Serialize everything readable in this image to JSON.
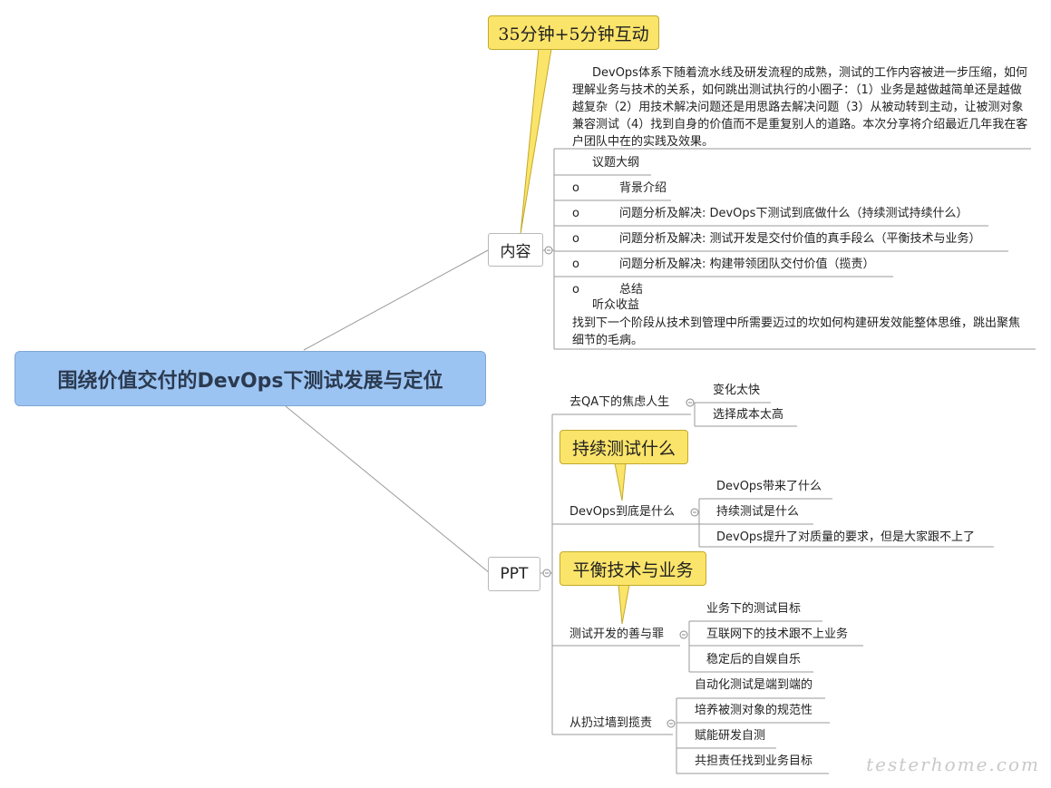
{
  "root": {
    "title": "围绕价值交付的DevOps下测试发展与定位"
  },
  "callouts": {
    "timing": "35分钟+5分钟互动",
    "continuous_testing": "持续测试什么",
    "balance": "平衡技术与业务"
  },
  "content": {
    "label": "内容",
    "intro_bullet": "",
    "intro": "DevOps体系下随着流水线及研发流程的成熟，测试的工作内容被进一步压缩，如何理解业务与技术的关系，如何跳出测试执行的小圈子：（1）业务是越做越简单还是越做越复杂（2）用技术解决问题还是用思路去解决问题（3）从被动转到主动，让被测对象兼容测试（4）找到自身的价值而不是重复别人的道路。本次分享将介绍最近几年我在客户团队中在的实践及效果。",
    "outline_bullet": "",
    "outline_title": "议题大纲",
    "sub_bullet": "o",
    "items": [
      "背景介绍",
      "问题分析及解决: DevOps下测试到底做什么（持续测试持续什么）",
      "问题分析及解决: 测试开发是交付价值的真手段么（平衡技术与业务）",
      "问题分析及解决: 构建带领团队交付价值（揽责）",
      "总结"
    ],
    "benefit_title": "听众收益",
    "benefit": "找到下一个阶段从技术到管理中所需要迈过的坎如何构建研发效能整体思维，跳出聚焦细节的毛病。"
  },
  "ppt": {
    "label": "PPT",
    "branches": [
      {
        "label": "去QA下的焦虑人生",
        "children": [
          "变化太快",
          "选择成本太高"
        ]
      },
      {
        "label": "DevOps到底是什么",
        "children": [
          "DevOps带来了什么",
          "持续测试是什么",
          "DevOps提升了对质量的要求，但是大家跟不上了"
        ]
      },
      {
        "label": "测试开发的善与罪",
        "children": [
          "业务下的测试目标",
          "互联网下的技术跟不上业务",
          "稳定后的自娱自乐"
        ]
      },
      {
        "label": "从扔过墙到揽责",
        "children": [
          "自动化测试是端到端的",
          "培养被测对象的规范性",
          "赋能研发自测",
          "共担责任找到业务目标"
        ]
      }
    ]
  },
  "watermark": "testerhome.com",
  "colors": {
    "root_fill": "#9cc4f3",
    "callout_fill": "#fbe46a",
    "line": "#9a9a9a"
  }
}
